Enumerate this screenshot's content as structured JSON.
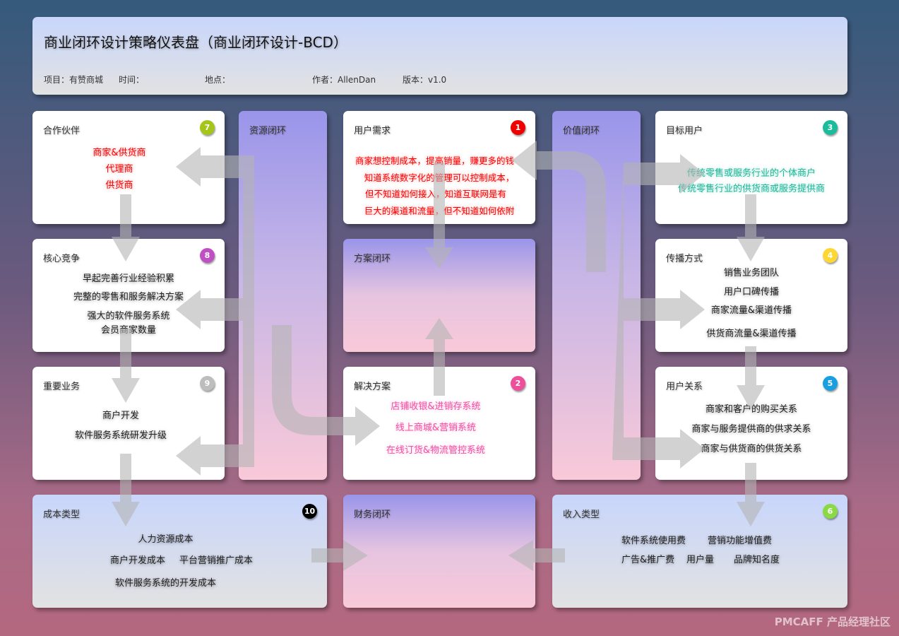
{
  "header": {
    "title": "商业闭环设计策略仪表盘（商业闭环设计-BCD）",
    "project": "项目：有赞商城",
    "time": "时间：",
    "place": "地点：",
    "author": "作者：AllenDan",
    "version": "版本：v1.0"
  },
  "cards": {
    "partners": {
      "title": "合作伙伴",
      "badge": "7",
      "items": [
        "商家&供货商",
        "代理商",
        "供货商"
      ]
    },
    "core": {
      "title": "核心竞争",
      "badge": "8",
      "items": [
        "早起完善行业经验积累",
        "完整的零售和服务解决方案",
        "强大的软件服务系统",
        "会员商家数量"
      ]
    },
    "business": {
      "title": "重要业务",
      "badge": "9",
      "items": [
        "商户开发",
        "软件服务系统研发升级"
      ]
    },
    "cost": {
      "title": "成本类型",
      "badge": "10",
      "items": [
        "人力资源成本",
        "商户开发成本",
        "平台营销推广成本",
        "软件服务系统的开发成本"
      ]
    },
    "needs": {
      "title": "用户需求",
      "badge": "1",
      "items": [
        "商家想控制成本，提高销量，赚更多的钱",
        "知道系统数字化的管理可以控制成本，",
        "但不知道如何接入，知道互联网是有",
        "巨大的渠道和流量，但不知道如何依附"
      ]
    },
    "solution": {
      "title": "解决方案",
      "badge": "2",
      "items": [
        "店铺收银&进销存系统",
        "线上商城&营销系统",
        "在线订货&物流管控系统"
      ]
    },
    "target": {
      "title": "目标用户",
      "badge": "3",
      "items": [
        "传统零售或服务行业的个体商户",
        "传统零售行业的供货商或服务提供商"
      ]
    },
    "channel": {
      "title": "传播方式",
      "badge": "4",
      "items": [
        "销售业务团队",
        "用户口碑传播",
        "商家流量&渠道传播",
        "供货商流量&渠道传播"
      ]
    },
    "relation": {
      "title": "用户关系",
      "badge": "5",
      "items": [
        "商家和客户的购买关系",
        "商家与服务提供商的供求关系",
        "商家与供货商的供货关系"
      ]
    },
    "revenue": {
      "title": "收入类型",
      "badge": "6",
      "items": [
        "软件系统使用费",
        "营销功能增值费",
        "广告&推广费",
        "用户量",
        "品牌知名度"
      ]
    }
  },
  "loops": {
    "resource": "资源闭环",
    "plan": "方案闭环",
    "value": "价值闭环",
    "finance": "财务闭环"
  },
  "badge_colors": {
    "1": "#f00000",
    "2": "#ee4f9a",
    "3": "#1abc9c",
    "4": "#fdd835",
    "5": "#1a9fe0",
    "6": "#8bd944",
    "7": "#a4c61a",
    "8": "#c04fc4",
    "9": "#bdbdbd",
    "10": "#000000"
  },
  "watermark": "PMCAFF 产品经理社区"
}
